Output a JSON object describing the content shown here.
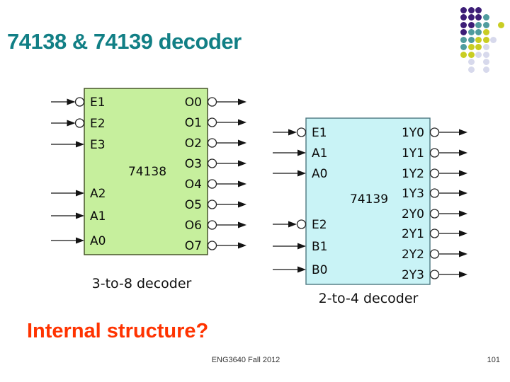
{
  "slide": {
    "title": "74138 & 74139 decoder",
    "question": "Internal structure?",
    "footer": {
      "course": "ENG3640 Fall 2012",
      "page": "101"
    }
  },
  "colors": {
    "title": "#117f85",
    "question": "#ff3300",
    "chip138-fill": "#c6ef9d",
    "chip138-stroke": "#3d4a20",
    "chip139-fill": "#c9f3f6",
    "chip139-stroke": "#4d7780",
    "wire": "#3a3a3a",
    "ink": "#0a0a0a",
    "footer-text": "#333333"
  },
  "decoder138": {
    "chip_label": "74138",
    "caption": "3-to-8 decoder",
    "inputs": [
      {
        "label": "E1",
        "active_low": true
      },
      {
        "label": "E2",
        "active_low": true
      },
      {
        "label": "E3",
        "active_low": false
      },
      {
        "label": "A2",
        "active_low": false
      },
      {
        "label": "A1",
        "active_low": false
      },
      {
        "label": "A0",
        "active_low": false
      }
    ],
    "outputs": [
      {
        "label": "O0",
        "active_low": true
      },
      {
        "label": "O1",
        "active_low": true
      },
      {
        "label": "O2",
        "active_low": true
      },
      {
        "label": "O3",
        "active_low": true
      },
      {
        "label": "O4",
        "active_low": true
      },
      {
        "label": "O5",
        "active_low": true
      },
      {
        "label": "O6",
        "active_low": true
      },
      {
        "label": "O7",
        "active_low": true
      }
    ]
  },
  "decoder139": {
    "chip_label": "74139",
    "caption": "2-to-4 decoder",
    "inputs": [
      {
        "label": "E1",
        "active_low": true
      },
      {
        "label": "A1",
        "active_low": false
      },
      {
        "label": "A0",
        "active_low": false
      },
      {
        "label": "E2",
        "active_low": true
      },
      {
        "label": "B1",
        "active_low": false
      },
      {
        "label": "B0",
        "active_low": false
      }
    ],
    "outputs": [
      {
        "label": "1Y0",
        "active_low": true
      },
      {
        "label": "1Y1",
        "active_low": true
      },
      {
        "label": "1Y2",
        "active_low": true
      },
      {
        "label": "1Y3",
        "active_low": true
      },
      {
        "label": "2Y0",
        "active_low": true
      },
      {
        "label": "2Y1",
        "active_low": true
      },
      {
        "label": "2Y2",
        "active_low": true
      },
      {
        "label": "2Y3",
        "active_low": true
      }
    ]
  },
  "dot_pattern": {
    "palette": {
      "P": "#3d1e77",
      "T": "#509c9e",
      "Y": "#c9cd23",
      "L": "#d7d9ec"
    },
    "rows": [
      "PPP",
      "PPPT",
      "PPTT.Y",
      "PTTY",
      "TTYYL",
      "TYYL",
      "YYLL",
      ".L.L",
      ".L.L"
    ]
  }
}
